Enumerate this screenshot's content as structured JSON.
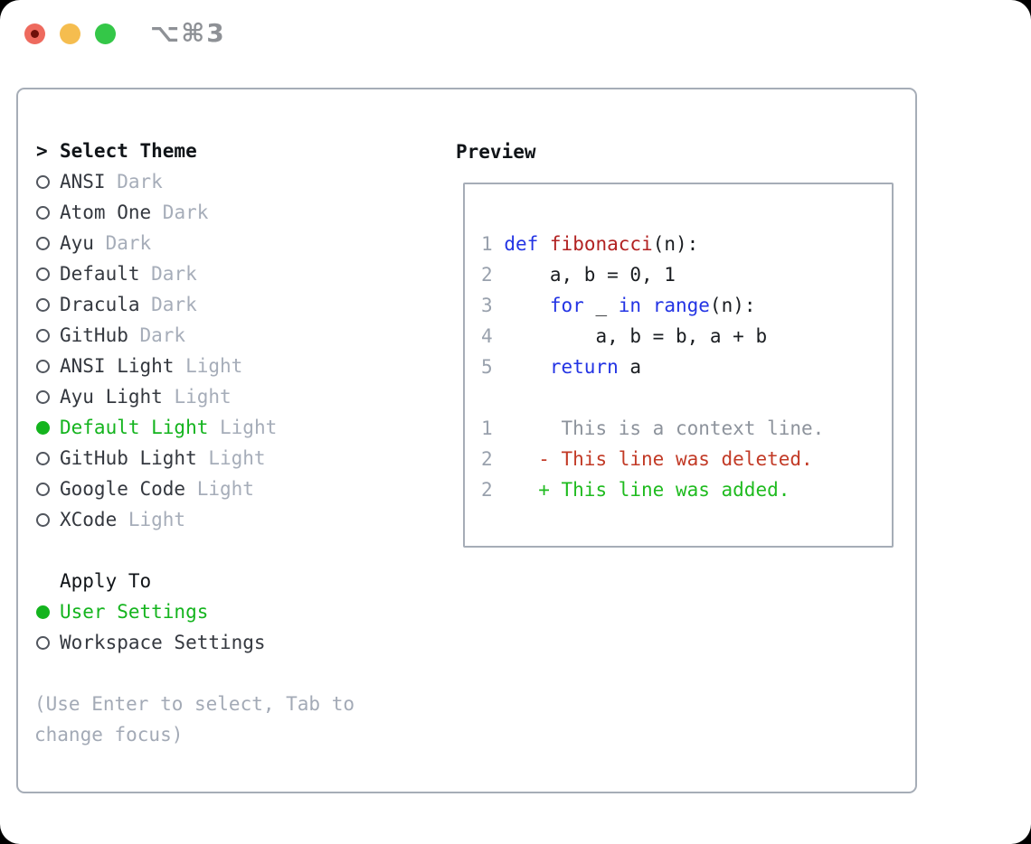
{
  "window": {
    "title": "⌥⌘3"
  },
  "colors": {
    "selected_green": "#14b41e",
    "added_green": "#1fbb1f",
    "deleted_red": "#c23a26",
    "keyword_blue": "#2334e4",
    "function_red": "#b22222",
    "code_black": "#1a1d21",
    "muted_gray": "#a6adb9",
    "line_number_gray": "#99a1ad",
    "context_gray": "#8d939c",
    "name_dark": "#34383f",
    "heading_black": "#101418",
    "circle_outline": "#51565e",
    "border_gray": "#a6adb7",
    "hint_gray": "#a3aab6",
    "traffic_red": "#ee6a5e",
    "traffic_yellow": "#f5bd4f",
    "traffic_green": "#34c748",
    "title_gray": "#8e9196"
  },
  "theme_list": {
    "header_prompt": ">",
    "header_label": "Select Theme",
    "items": [
      {
        "name": "ANSI",
        "variant": "Dark",
        "selected": false
      },
      {
        "name": "Atom One",
        "variant": "Dark",
        "selected": false
      },
      {
        "name": "Ayu",
        "variant": "Dark",
        "selected": false
      },
      {
        "name": "Default",
        "variant": "Dark",
        "selected": false
      },
      {
        "name": "Dracula",
        "variant": "Dark",
        "selected": false
      },
      {
        "name": "GitHub",
        "variant": "Dark",
        "selected": false
      },
      {
        "name": "ANSI Light",
        "variant": "Light",
        "selected": false
      },
      {
        "name": "Ayu Light",
        "variant": "Light",
        "selected": false
      },
      {
        "name": "Default Light",
        "variant": "Light",
        "selected": true
      },
      {
        "name": "GitHub Light",
        "variant": "Light",
        "selected": false
      },
      {
        "name": "Google Code",
        "variant": "Light",
        "selected": false
      },
      {
        "name": "XCode",
        "variant": "Light",
        "selected": false
      }
    ]
  },
  "apply_to": {
    "label": "Apply To",
    "options": [
      {
        "name": "User Settings",
        "selected": true
      },
      {
        "name": "Workspace Settings",
        "selected": false
      }
    ]
  },
  "hint": {
    "line1": "(Use Enter to select, Tab to",
    "line2": "change focus)"
  },
  "preview": {
    "title": "Preview",
    "code_lines": [
      {
        "number": "1",
        "segments": [
          {
            "text": " ",
            "style": "code"
          },
          {
            "text": "def",
            "style": "keyword"
          },
          {
            "text": " ",
            "style": "code"
          },
          {
            "text": "fibonacci",
            "style": "function"
          },
          {
            "text": "(n):",
            "style": "code"
          }
        ]
      },
      {
        "number": "2",
        "segments": [
          {
            "text": "     a, b = 0, 1",
            "style": "code"
          }
        ]
      },
      {
        "number": "3",
        "segments": [
          {
            "text": "     ",
            "style": "code"
          },
          {
            "text": "for",
            "style": "keyword"
          },
          {
            "text": " _ ",
            "style": "code"
          },
          {
            "text": "in",
            "style": "keyword"
          },
          {
            "text": " ",
            "style": "code"
          },
          {
            "text": "range",
            "style": "keyword"
          },
          {
            "text": "(n):",
            "style": "code"
          }
        ]
      },
      {
        "number": "4",
        "segments": [
          {
            "text": "         a, b = b, a + b",
            "style": "code"
          }
        ]
      },
      {
        "number": "5",
        "segments": [
          {
            "text": "     ",
            "style": "code"
          },
          {
            "text": "return",
            "style": "keyword"
          },
          {
            "text": " a",
            "style": "code"
          }
        ]
      },
      {
        "number": "",
        "segments": []
      },
      {
        "number": "1",
        "segments": [
          {
            "text": "      This is a context line.",
            "style": "context"
          }
        ]
      },
      {
        "number": "2",
        "segments": [
          {
            "text": "    ",
            "style": "code"
          },
          {
            "text": "- This line was deleted.",
            "style": "deleted"
          }
        ]
      },
      {
        "number": "2",
        "segments": [
          {
            "text": "    ",
            "style": "code"
          },
          {
            "text": "+ This line was added.",
            "style": "added"
          }
        ]
      }
    ]
  }
}
